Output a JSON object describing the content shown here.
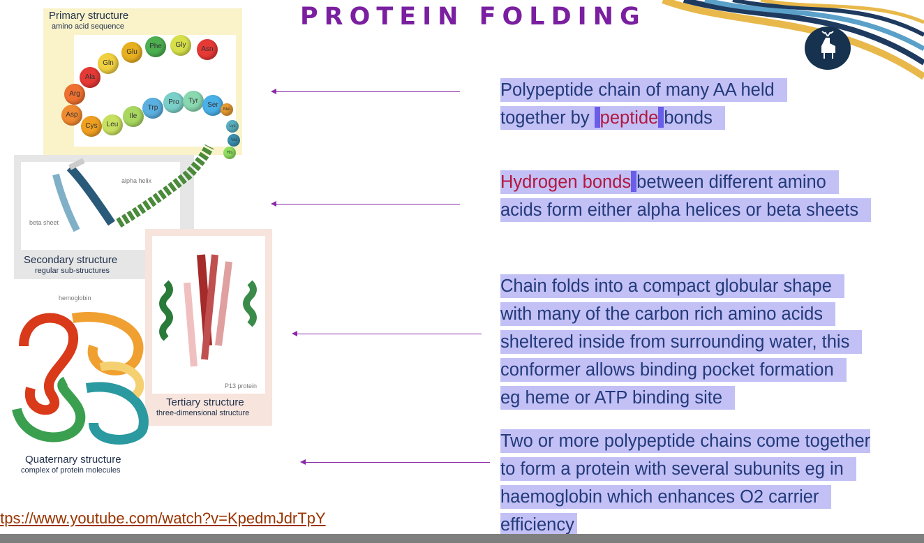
{
  "slide": {
    "title": "PROTEIN FOLDING",
    "link": "ttps://www.youtube.com/watch?v=KpedmJdrTpY"
  },
  "diagram": {
    "primary": {
      "title": "Primary structure",
      "subtitle": "amino acid sequence"
    },
    "secondary": {
      "title": "Secondary structure",
      "subtitle": "regular sub-structures",
      "alpha_label": "alpha helix",
      "beta_label": "beta sheet"
    },
    "tertiary": {
      "title": "Tertiary structure",
      "subtitle": "three-dimensional structure",
      "protein_label": "P13 protein"
    },
    "quaternary": {
      "title": "Quaternary structure",
      "subtitle": "complex of protein molecules",
      "protein_label": "hemoglobin"
    },
    "beads": [
      "Phe",
      "Gly",
      "Glu",
      "Asn",
      "Gln",
      "Ala",
      "Arg",
      "Asp",
      "Cys",
      "Leu",
      "Ile",
      "Trp",
      "Pro",
      "Tyr",
      "Ser",
      "Met",
      "Lys",
      "Val",
      "His"
    ]
  },
  "notes": {
    "primary": {
      "l1": "Polypeptide chain of many AA held",
      "l2_a": "together by ",
      "l2_red": "peptide",
      "l2_b": "bonds"
    },
    "secondary": {
      "l1_red": "Hydrogen bonds",
      "l1_b": "between different amino",
      "l2": "acids form either alpha helices or beta sheets"
    },
    "tertiary": {
      "l1": "Chain folds into a compact globular shape",
      "l2": "with many of the carbon rich amino acids",
      "l3": "sheltered inside from surrounding water, this",
      "l4": "conformer allows binding pocket formation",
      "l5": "eg heme or ATP binding site"
    },
    "quaternary": {
      "l1": "Two or more polypeptide chains come together",
      "l2": "to form a protein with several subunits eg in",
      "l3": "haemoglobin which enhances O2 carrier",
      "l4": "efficiency"
    }
  }
}
